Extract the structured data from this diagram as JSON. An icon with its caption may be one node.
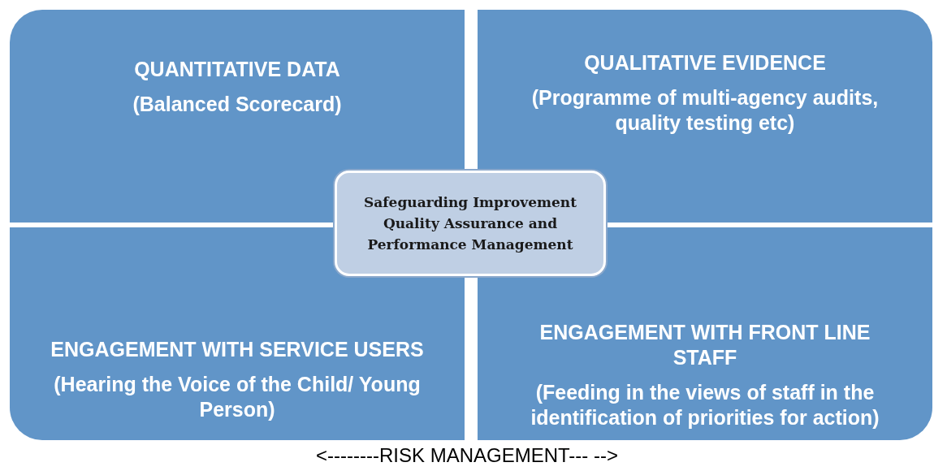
{
  "diagram": {
    "nodes": [
      {
        "text": [
          "QUANTITATIVE DATA",
          "(Balanced Scorecard)"
        ]
      },
      {
        "text": [
          "QUALITATIVE EVIDENCE",
          "(Programme of multi-agency audits, quality testing etc)"
        ]
      },
      {
        "text": [
          "ENGAGEMENT WITH SERVICE USERS",
          "(Hearing the Voice of the Child/ Young Person)"
        ]
      },
      {
        "text": [
          "ENGAGEMENT WITH FRONT LINE STAFF",
          "(Feeding in the views of staff in the identification of priorities for action)"
        ]
      },
      {
        "text": [
          "Safeguarding Improvement Quality Assurance and Performance Management"
        ]
      }
    ],
    "labels": [
      "<--------RISK MANAGEMENT--- -->"
    ]
  }
}
